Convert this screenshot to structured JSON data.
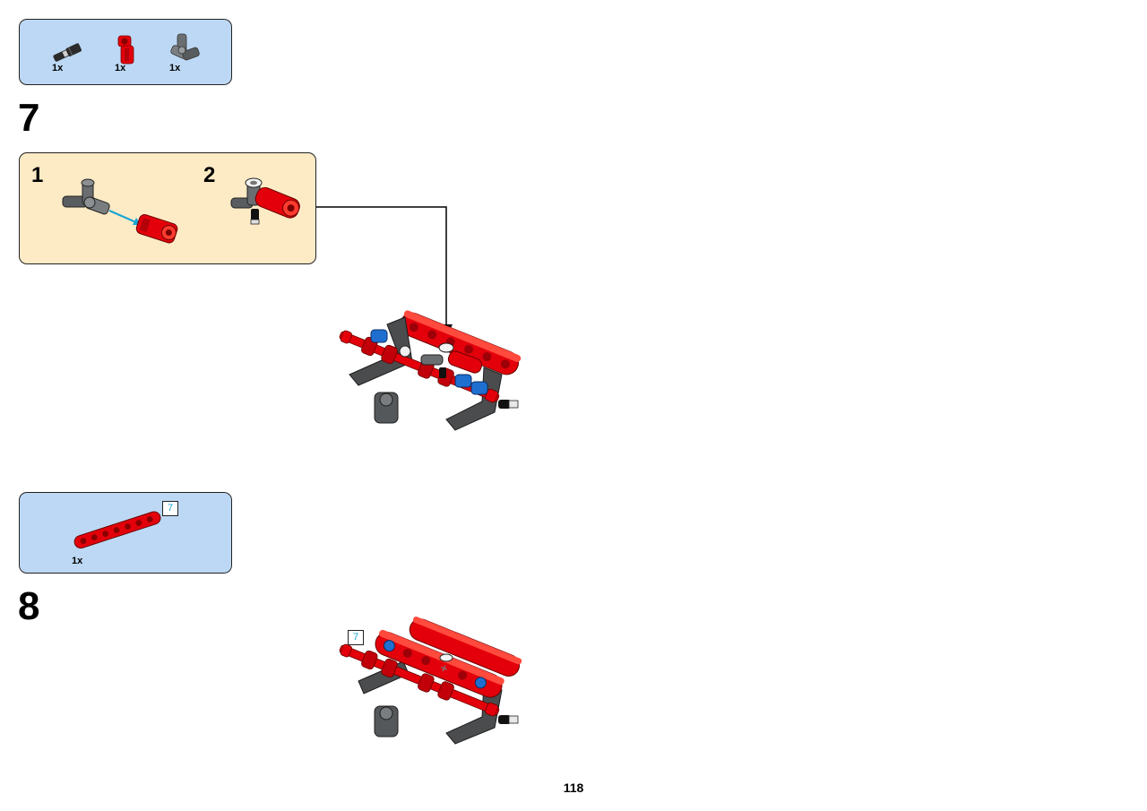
{
  "step7": {
    "number": "7",
    "parts": [
      {
        "icon": "axle-pin-icon",
        "qty": "1x",
        "color": "#2b2b2b"
      },
      {
        "icon": "red-connector-icon",
        "qty": "1x",
        "color": "#e3000b"
      },
      {
        "icon": "gray-angle-connector-icon",
        "qty": "1x",
        "color": "#6b6e70"
      }
    ],
    "substeps": [
      {
        "number": "1"
      },
      {
        "number": "2"
      }
    ]
  },
  "step8": {
    "number": "8",
    "parts": [
      {
        "icon": "red-beam-7-icon",
        "qty": "1x",
        "length_badge": "7",
        "color": "#e3000b"
      }
    ],
    "callout_badge": "7"
  },
  "page": {
    "number": "118"
  },
  "colors": {
    "parts_box": "#bcd8f4",
    "subassembly_box": "#fdebc6",
    "brick_red": "#e3000b",
    "dark_gray": "#4a4c4e",
    "blue": "#1e6fd0",
    "arrow_cyan": "#1aa6d6"
  }
}
